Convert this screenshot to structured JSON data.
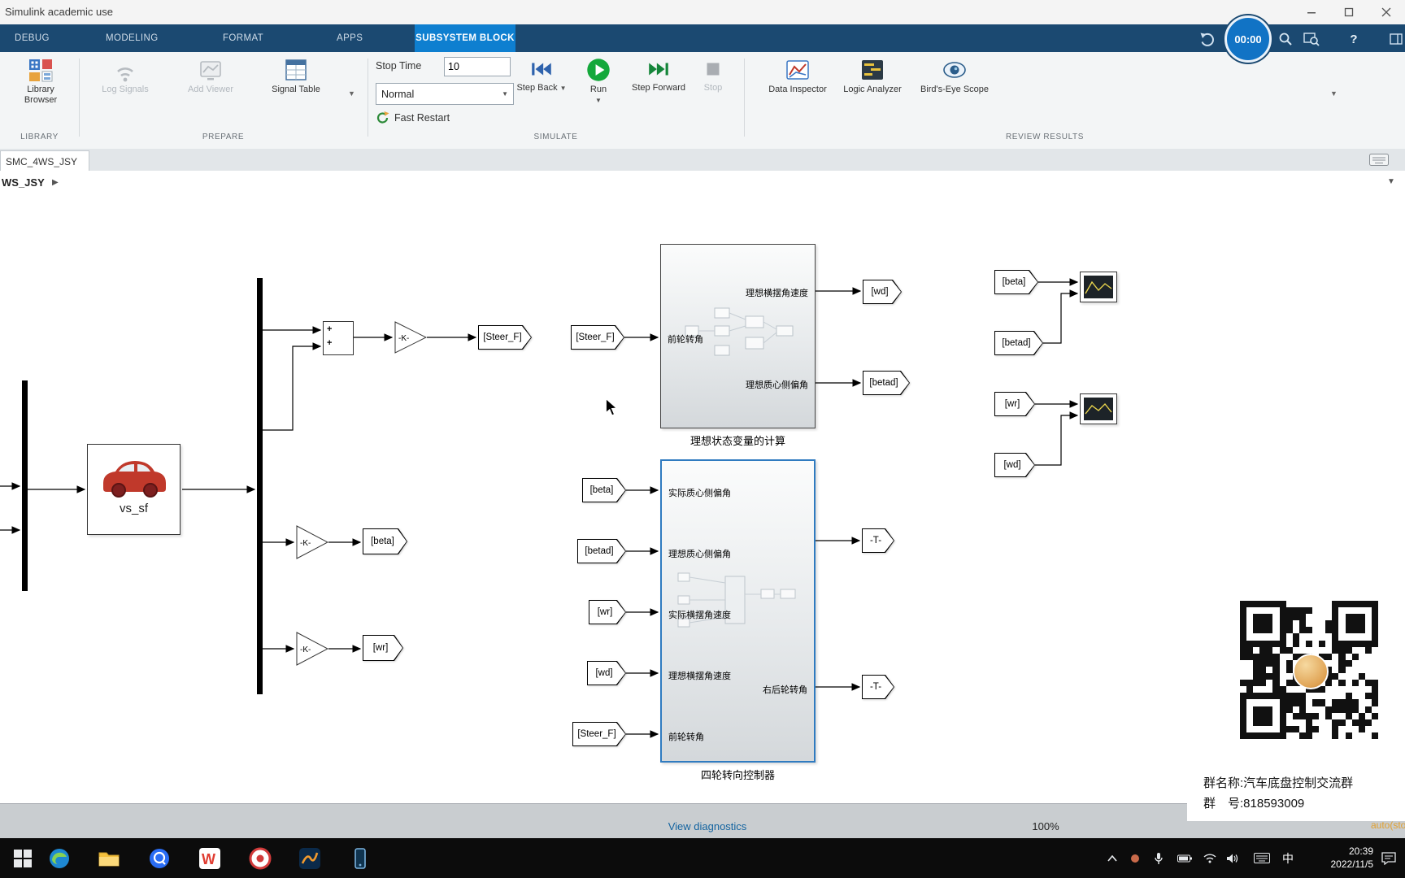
{
  "window": {
    "title": "Simulink academic use"
  },
  "colors": {
    "accent": "#0e7fd0",
    "selection_blue": "#2f7bc0",
    "run_green": "#14a83b",
    "tab_bar": "#1b4971"
  },
  "ribbon": {
    "tabs": [
      "DEBUG",
      "MODELING",
      "FORMAT",
      "APPS",
      "SUBSYSTEM BLOCK"
    ],
    "active_tab": "SUBSYSTEM BLOCK",
    "timer": "00:00",
    "library": {
      "section_label": "LIBRARY",
      "browser_label": "Library Browser"
    },
    "prepare": {
      "section_label": "PREPARE",
      "log_signals": "Log Signals",
      "add_viewer": "Add Viewer",
      "signal_table": "Signal Table"
    },
    "simulate": {
      "section_label": "SIMULATE",
      "stop_time_label": "Stop Time",
      "stop_time_value": "10",
      "mode": "Normal",
      "fast_restart": "Fast Restart",
      "step_back": "Step Back",
      "run": "Run",
      "step_forward": "Step Forward",
      "stop": "Stop"
    },
    "review": {
      "section_label": "REVIEW RESULTS",
      "data_inspector": "Data Inspector",
      "logic_analyzer": "Logic Analyzer",
      "birds_eye": "Bird's-Eye Scope"
    }
  },
  "document": {
    "tab": "SMC_4WS_JSY",
    "breadcrumb": "WS_JSY"
  },
  "canvas": {
    "car_label": "vs_sf",
    "gain_label": "-K-",
    "plus": "+",
    "tags": {
      "steer": "[Steer_F]",
      "beta": "[beta]",
      "betad": "[betad]",
      "wr": "[wr]",
      "wd": "[wd]",
      "terminator": "-T-"
    },
    "subsystem1": {
      "title": "理想状态变量的计算",
      "port_out_top": "理想横摆角速度",
      "port_in": "前轮转角",
      "port_out_bottom": "理想质心侧偏角"
    },
    "subsystem2": {
      "title": "四轮转向控制器",
      "port_in1": "实际质心侧偏角",
      "port_in2": "理想质心侧偏角",
      "port_in3": "实际横摆角速度",
      "port_in4": "理想横摆角速度",
      "port_in5": "前轮转角",
      "port_out": "右后轮转角"
    }
  },
  "statusbar": {
    "diagnostics": "View diagnostics",
    "zoom": "100%",
    "corner_note": "auto(sto"
  },
  "overlay": {
    "group_name": "群名称:汽车底盘控制交流群",
    "group_number": "群　号:818593009"
  },
  "taskbar": {
    "ime": "中",
    "time": "20:39",
    "date": "2022/11/5"
  }
}
